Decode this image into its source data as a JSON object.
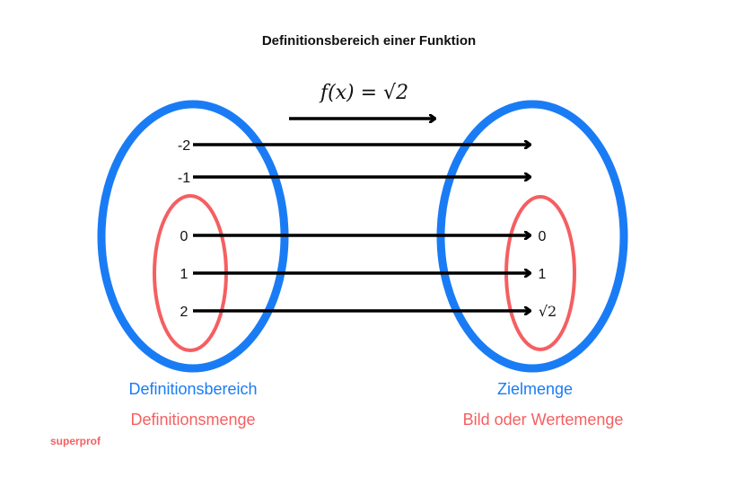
{
  "title": "Definitionsbereich einer Funktion",
  "function_label": "f(x) = √2",
  "domain_values": [
    "-2",
    "-1",
    "0",
    "1",
    "2"
  ],
  "codomain_values": [
    "0",
    "1",
    "√2"
  ],
  "left_labels": {
    "blue": "Definitionsbereich",
    "red": "Definitionsmenge"
  },
  "right_labels": {
    "blue": "Zielmenge",
    "red": "Bild oder Wertemenge"
  },
  "logo": "superprof",
  "colors": {
    "blue": "#1a7cf5",
    "red": "#f55f61",
    "arrow": "#000000"
  }
}
